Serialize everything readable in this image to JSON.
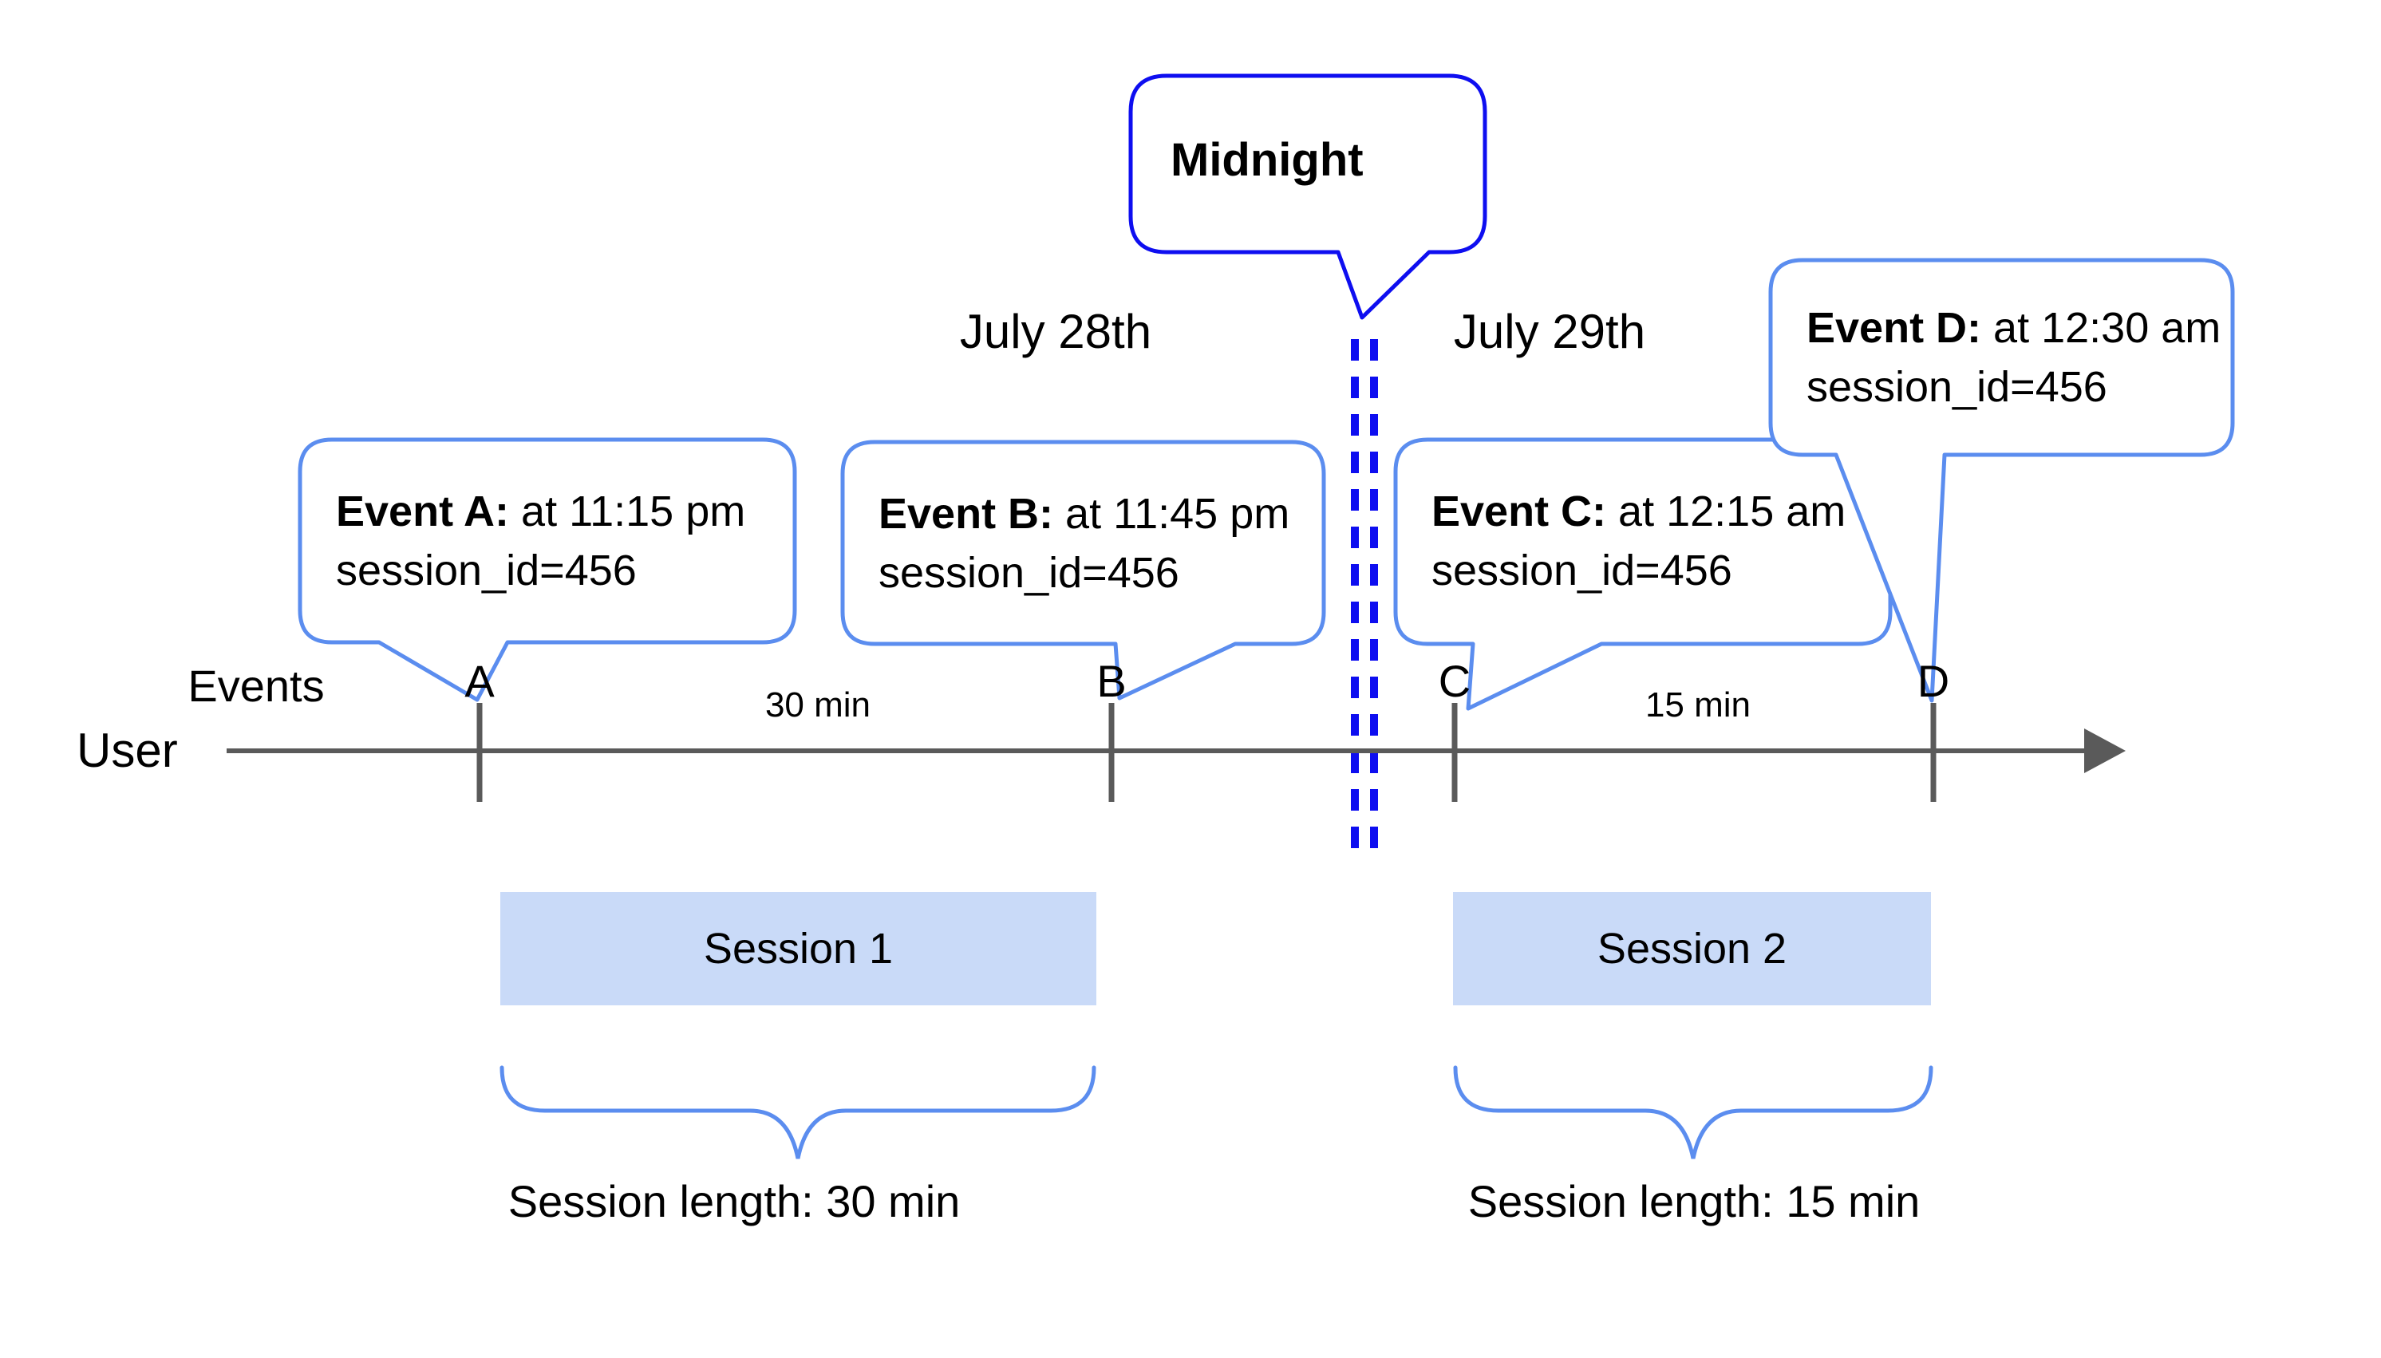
{
  "colors": {
    "accent_blue": "#0e0ef0",
    "bubble_blue": "#5b8def",
    "timeline_gray": "#5a5a5a",
    "session_fill": "#c9daf8",
    "text_black": "#000000"
  },
  "dates": {
    "before_midnight": "July 28th",
    "after_midnight": "July 29th",
    "divider_label": "Midnight"
  },
  "timeline": {
    "events_row_label": "Events",
    "axis_label": "User"
  },
  "events": [
    {
      "id": "A",
      "label": "Event A:",
      "time": " at 11:15 pm",
      "session": "session_id=456"
    },
    {
      "id": "B",
      "label": "Event B:",
      "time": " at 11:45 pm",
      "session": "session_id=456"
    },
    {
      "id": "C",
      "label": "Event C:",
      "time": " at 12:15 am",
      "session": "session_id=456"
    },
    {
      "id": "D",
      "label": "Event D:",
      "time": " at 12:30 am",
      "session": "session_id=456"
    }
  ],
  "gaps": [
    {
      "label": "30 min"
    },
    {
      "label": "15 min"
    }
  ],
  "sessions": [
    {
      "name": "Session 1",
      "length_label": "Session length: 30 min"
    },
    {
      "name": "Session 2",
      "length_label": "Session length: 15 min"
    }
  ]
}
